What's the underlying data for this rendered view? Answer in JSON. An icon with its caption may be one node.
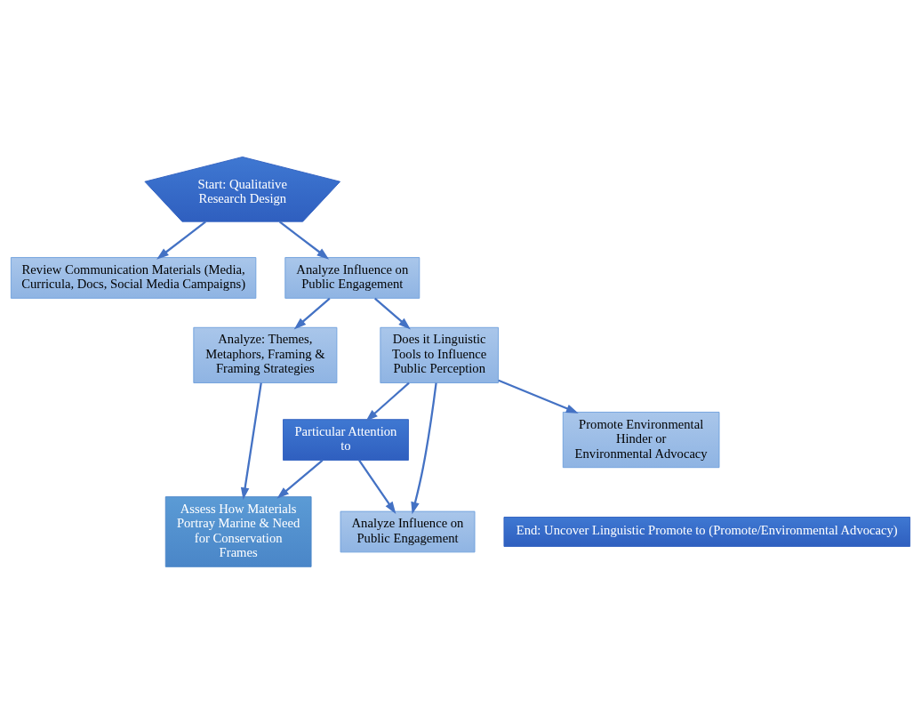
{
  "diagram": {
    "nodes": [
      {
        "text": [
          "Start: Qualitative Research Design"
        ]
      },
      {
        "text": [
          "Review Communication Materials (Media, Curricula, Docs, Social Media Campaigns)"
        ]
      },
      {
        "text": [
          "Analyze Influence on Public Engagement"
        ]
      },
      {
        "text": [
          "Analyze: Themes, Metaphors, Framing & Framing Strategies"
        ]
      },
      {
        "text": [
          "Assess How Materials Portray Marine & Need for Conservation Frames"
        ]
      },
      {
        "text": [
          "Particular Attention to"
        ]
      },
      {
        "text": [
          "Does it Linguistic Tools to Influence Public Perception"
        ]
      },
      {
        "text": [
          "Analyze Influence on Public Engagement"
        ]
      },
      {
        "text": [
          "Promote Environmental Hinder or Environmental Advocacy"
        ]
      },
      {
        "text": [
          "End: Uncover Linguistic Promote to (Promote/Environmental Advocacy)"
        ]
      }
    ],
    "edges": [
      {
        "from": 0,
        "to": 1,
        "arrow": "to"
      },
      {
        "from": 0,
        "to": 2,
        "arrow": "to"
      },
      {
        "from": 2,
        "to": 3,
        "arrow": "to"
      },
      {
        "from": 3,
        "to": 4,
        "arrow": "to"
      },
      {
        "from": 2,
        "to": 6,
        "arrow": "to"
      },
      {
        "from": 6,
        "to": 5,
        "arrow": "to"
      },
      {
        "from": 5,
        "to": 4,
        "arrow": "to"
      },
      {
        "from": 5,
        "to": 7,
        "arrow": "to"
      },
      {
        "from": 6,
        "to": 7,
        "arrow": "to"
      },
      {
        "from": 6,
        "to": 8,
        "arrow": "to"
      }
    ]
  }
}
